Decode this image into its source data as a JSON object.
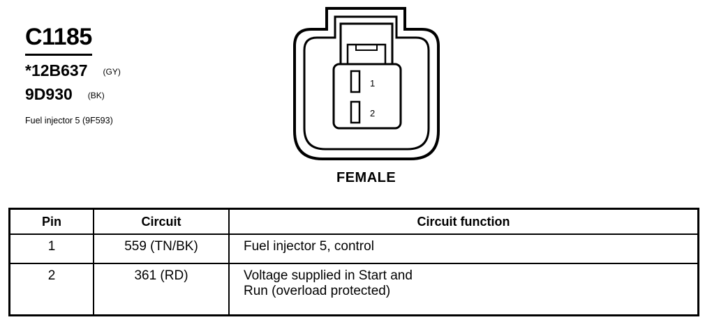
{
  "connector": {
    "id": "C1185",
    "parts": [
      {
        "number": "*12B637",
        "color": "(GY)"
      },
      {
        "number": "9D930",
        "color": "(BK)"
      }
    ],
    "description": "Fuel injector 5 (9F593)",
    "view_label": "FEMALE",
    "pin_labels": [
      "1",
      "2"
    ]
  },
  "table": {
    "headers": [
      "Pin",
      "Circuit",
      "Circuit function"
    ],
    "rows": [
      {
        "pin": "1",
        "circuit": "559 (TN/BK)",
        "function_lines": [
          "Fuel injector 5, control"
        ]
      },
      {
        "pin": "2",
        "circuit": "361 (RD)",
        "function_lines": [
          "Voltage supplied in Start and",
          "Run (overload protected)"
        ]
      }
    ]
  }
}
